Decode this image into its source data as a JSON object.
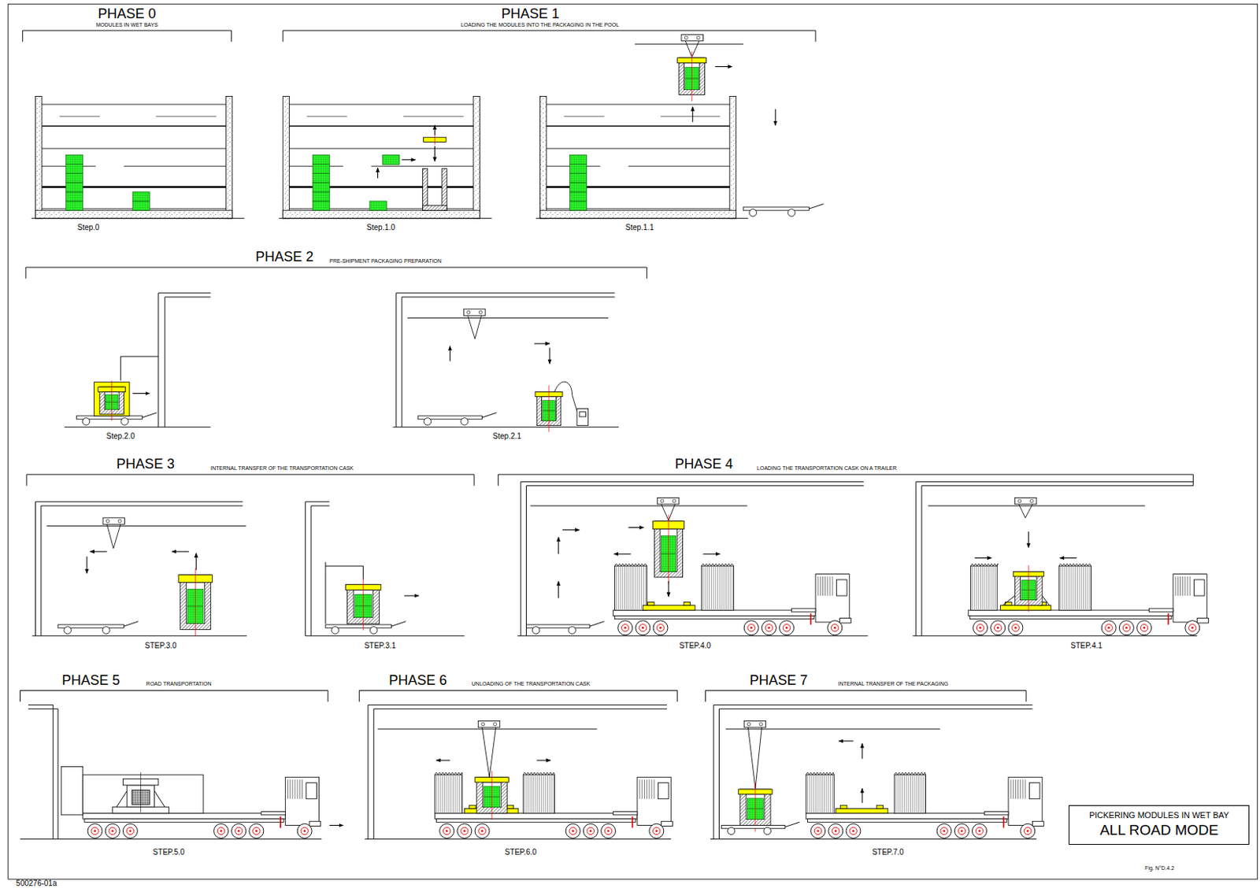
{
  "diagram": {
    "nodes": [
      {
        "text": [
          "PICKERING MODULES IN WET BAY",
          "ALL ROAD MODE"
        ]
      }
    ],
    "labels": [
      "PHASE 0",
      "MODULES IN WET BAYS",
      "PHASE 1",
      "LOADING THE MODULES INTO THE PACKAGING IN THE POOL",
      "Step.0",
      "Step.1.0",
      "Step.1.1",
      "PHASE 2",
      "PRE-SHIPMENT PACKAGING PREPARATION",
      "Step.2.0",
      "Step.2.1",
      "PHASE 3",
      "INTERNAL TRANSFER OF THE TRANSPORTATION CASK",
      "STEP.3.0",
      "STEP.3.1",
      "PHASE 4",
      "LOADING THE TRANSPORTATION CASK ON A TRAILER",
      "STEP.4.0",
      "STEP.4.1",
      "PHASE 5",
      "ROAD TRANSPORTATION",
      "STEP.5.0",
      "PHASE 6",
      "UNLOADING OF THE TRANSPORTATION CASK",
      "STEP.6.0",
      "PHASE 7",
      "INTERNAL TRANSFER OF THE PACKAGING",
      "STEP.7.0",
      "Fig. N°D.4.2",
      "500276-01a"
    ]
  }
}
